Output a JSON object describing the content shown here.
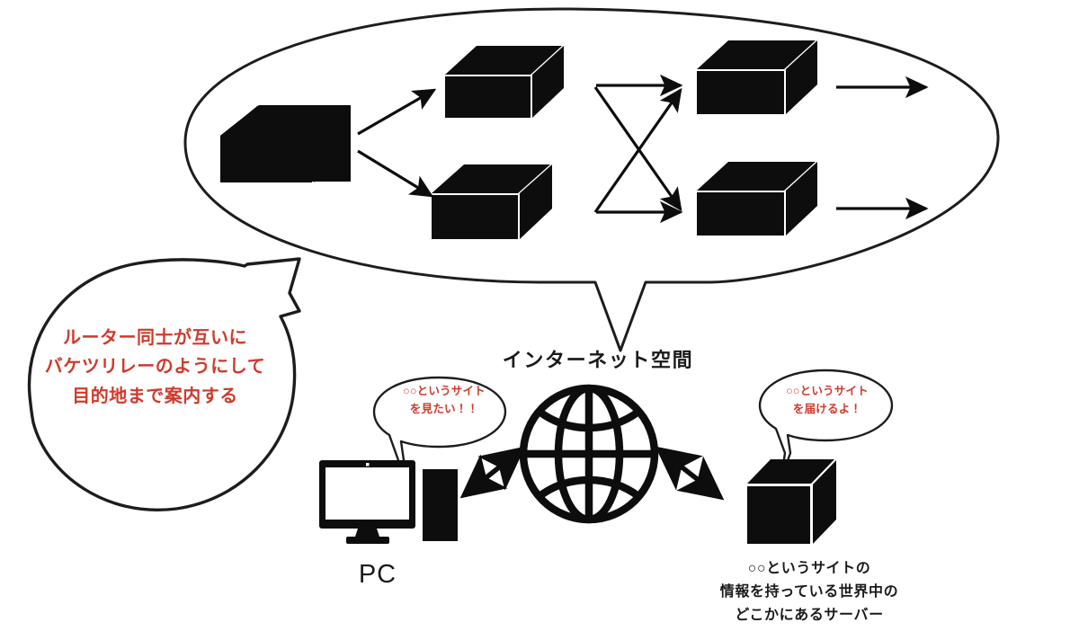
{
  "diagram": {
    "title_label": "インターネット空間",
    "colors": {
      "ink": "#1a1a1a",
      "accent_red": "#cf3a2c",
      "background": "#ffffff"
    },
    "callout": {
      "text": "ルーター同士が互いに\nバケツリレーのようにして\n目的地まで案内する"
    },
    "pc": {
      "label": "PC",
      "bubble_text": "○○というサイト\nを見たい！！"
    },
    "server": {
      "bubble_text": "○○というサイト\nを届けるよ！",
      "caption": "○○というサイトの\n情報を持っている世界中の\nどこかにあるサーバー"
    },
    "routers": [
      {
        "id": "router-ingress",
        "role": "entry-router"
      },
      {
        "id": "router-top-1",
        "role": "relay-router"
      },
      {
        "id": "router-bottom-1",
        "role": "relay-router"
      },
      {
        "id": "router-top-2",
        "role": "relay-router"
      },
      {
        "id": "router-bottom-2",
        "role": "relay-router"
      }
    ],
    "connections": [
      {
        "from": "router-ingress",
        "to": "router-top-1",
        "kind": "single"
      },
      {
        "from": "router-ingress",
        "to": "router-bottom-1",
        "kind": "single"
      },
      {
        "from": "router-top-1",
        "to": "router-top-2",
        "kind": "single"
      },
      {
        "from": "router-bottom-1",
        "to": "router-bottom-2",
        "kind": "single"
      },
      {
        "from": "router-top-1",
        "to": "router-bottom-2",
        "kind": "cross"
      },
      {
        "from": "router-bottom-1",
        "to": "router-top-2",
        "kind": "cross"
      },
      {
        "from": "router-top-2",
        "to": "exit",
        "kind": "single"
      },
      {
        "from": "router-bottom-2",
        "to": "exit",
        "kind": "single"
      },
      {
        "from": "pc",
        "to": "globe",
        "kind": "double"
      },
      {
        "from": "globe",
        "to": "server",
        "kind": "double"
      }
    ]
  }
}
